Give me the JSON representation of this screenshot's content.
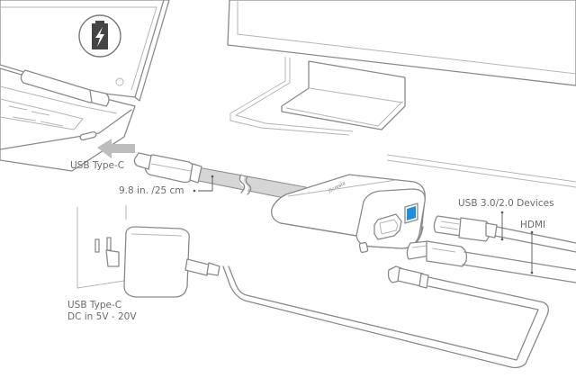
{
  "diagram": {
    "title": "USB Type-C to HDMI multi-port adapter connection diagram",
    "components": {
      "laptop": {
        "name": "Laptop",
        "icon": "battery-charging-icon"
      },
      "monitor": {
        "name": "Monitor"
      },
      "adapter": {
        "name": "Multi-port adapter",
        "brand_logo": "j5create",
        "accent_color": "#1e8fd8"
      },
      "charger": {
        "name": "USB Type-C wall charger"
      }
    },
    "labels": {
      "laptop_port": "USB Type-C",
      "cable_length": "9.8 in. /25 cm",
      "usb_devices": "USB 3.0/2.0 Devices",
      "hdmi": "HDMI",
      "power_line1": "USB Type-C",
      "power_line2": "DC in 5V - 20V"
    },
    "colors": {
      "line": "#8a8a8a",
      "cable_fill": "#d6d6d6",
      "arrow": "#bdbdbd",
      "label_text": "#6b6b6b",
      "port_accent": "#1e8fd8",
      "battery_icon": "#444444"
    }
  }
}
